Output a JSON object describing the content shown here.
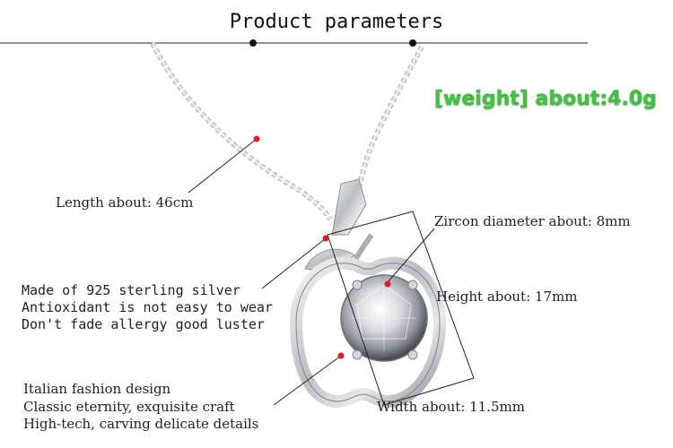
{
  "header": {
    "title": "Product parameters"
  },
  "weight": {
    "text": "[weight] about:4.0g"
  },
  "specs": {
    "length": "Length about: 46cm",
    "zircon": "Zircon diameter about: 8mm",
    "height": "Height about: 17mm",
    "width": "Width about: 11.5mm"
  },
  "material": {
    "lines": [
      "Made of 925 sterling silver",
      "Antioxidant is not easy to wear",
      "Don't fade allergy good luster"
    ]
  },
  "design": {
    "lines": [
      "Italian fashion design",
      "Classic eternity, exquisite craft",
      "High-tech, carving delicate details"
    ]
  },
  "colors": {
    "accent_red": "#e01b24",
    "weight_green": "#3ec33e",
    "silver": "#c9cdd2"
  }
}
